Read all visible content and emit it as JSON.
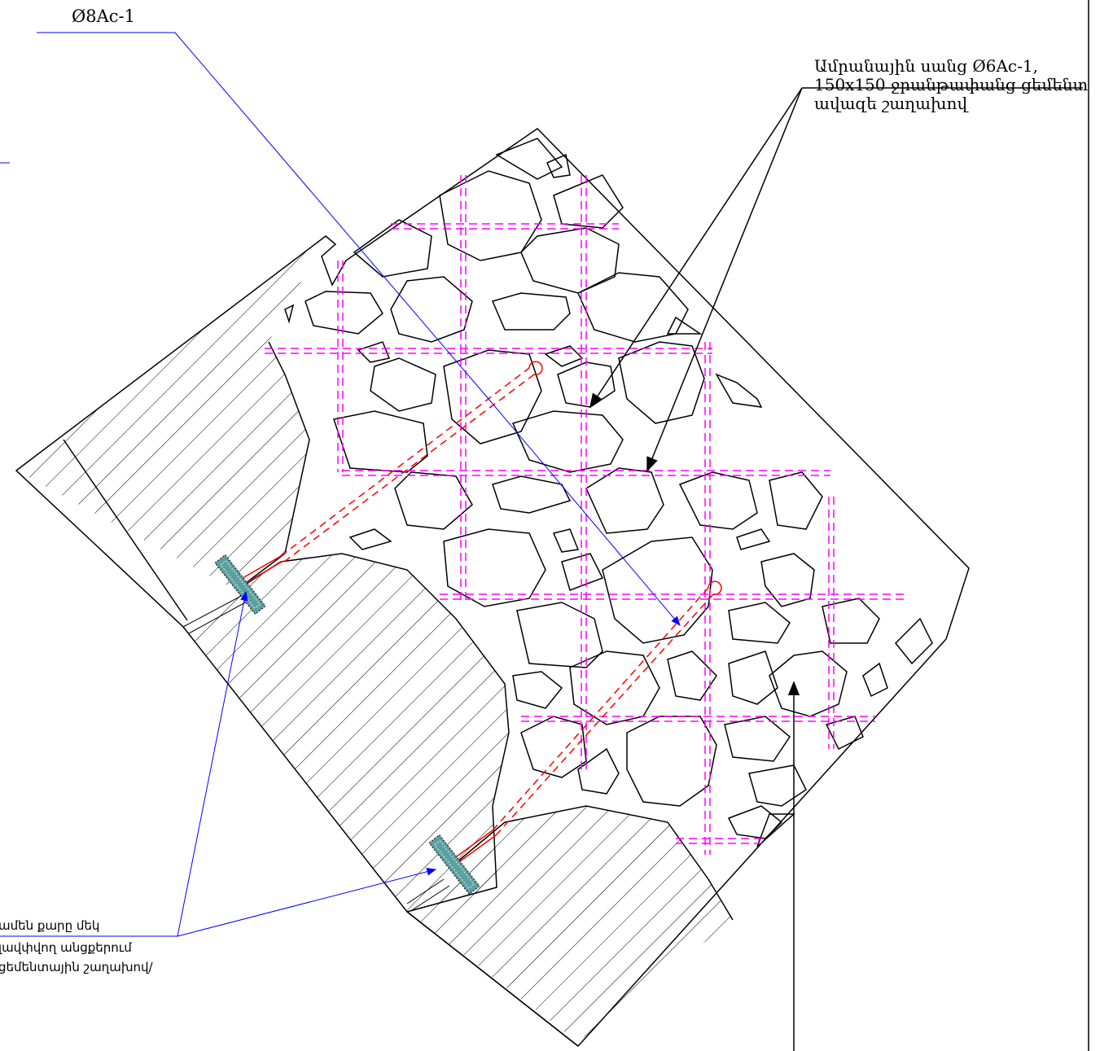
{
  "labels": {
    "rebar": "Ø8Ac-1",
    "mesh_line1": "Ամրանային սանց Ø6Ac-1,",
    "mesh_line2": "150x150 ջրանթափանց ցեմենտ",
    "mesh_line3": "ավազե շաղախով",
    "anchor_line1": "ամեն քարը մեկ",
    "anchor_line2": "լավփվող անցքերում",
    "anchor_line3": "ցեմենտային շաղախով/"
  },
  "colors": {
    "outline": "#000000",
    "leader_blue": "#0000ff",
    "mesh_magenta": "#ff00ff",
    "anchor_red": "#ff0000",
    "plate_teal": "#5f9f9f"
  }
}
